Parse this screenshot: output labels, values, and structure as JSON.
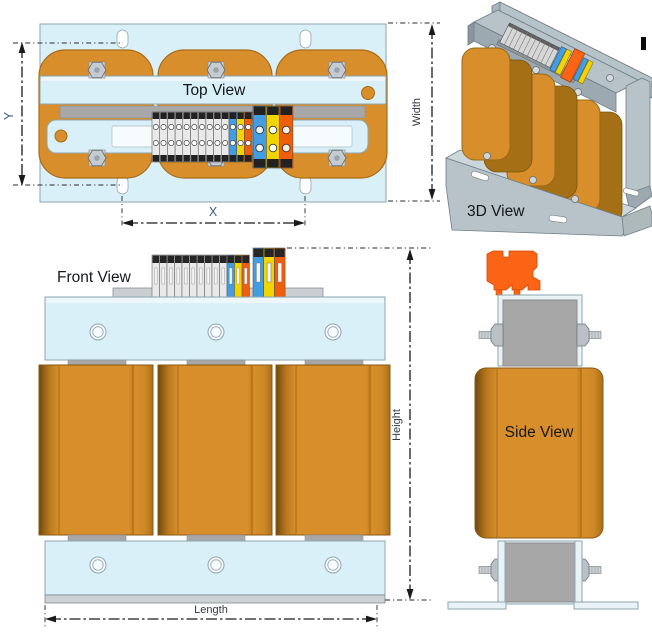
{
  "views": {
    "top": {
      "label": "Top View"
    },
    "front": {
      "label": "Front View"
    },
    "side": {
      "label": "Side View"
    },
    "iso": {
      "label": "3D View"
    }
  },
  "dimensions": {
    "x": "X",
    "y": "Y",
    "width": "Width",
    "height": "Height",
    "length": "Length"
  },
  "colors": {
    "coil": "#d78e2b",
    "coil-edge": "#6b4710",
    "plate": "#d9f0f9",
    "metal": "#a7a7a7",
    "frame-3d": "#b7c3c9",
    "terminal-gray": "#e9e9e9",
    "terminal-blue": "#429de2",
    "terminal-yellow": "#f2d400",
    "terminal-orange": "#ef5f09",
    "terminal-orange-bright": "#fa6414",
    "dim-line": "#1a1a1a",
    "xy-label": "#3a5a82",
    "dim-label": "#333a47",
    "label": "#14181c"
  }
}
